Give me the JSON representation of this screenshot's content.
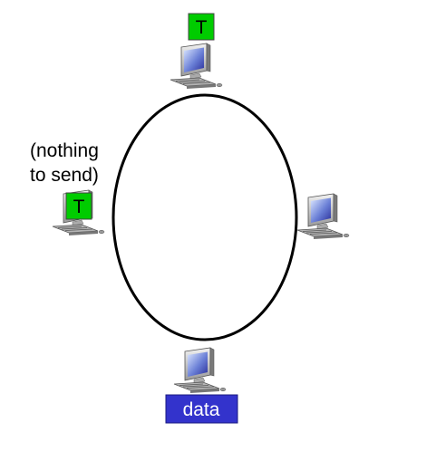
{
  "diagram": {
    "ring": {
      "stroke_color": "#000000"
    },
    "hosts": [
      {
        "position": "top",
        "icon": "computer-icon"
      },
      {
        "position": "left",
        "icon": "computer-icon"
      },
      {
        "position": "right",
        "icon": "computer-icon"
      },
      {
        "position": "bottom",
        "icon": "computer-icon"
      }
    ],
    "tokens": [
      {
        "label": "T",
        "color": "#00cc00"
      },
      {
        "label": "T",
        "color": "#00cc00"
      }
    ],
    "left_note": {
      "line1": "(nothing",
      "line2": "to send)"
    },
    "data_box": {
      "label": "data",
      "color": "#3333cc"
    }
  }
}
